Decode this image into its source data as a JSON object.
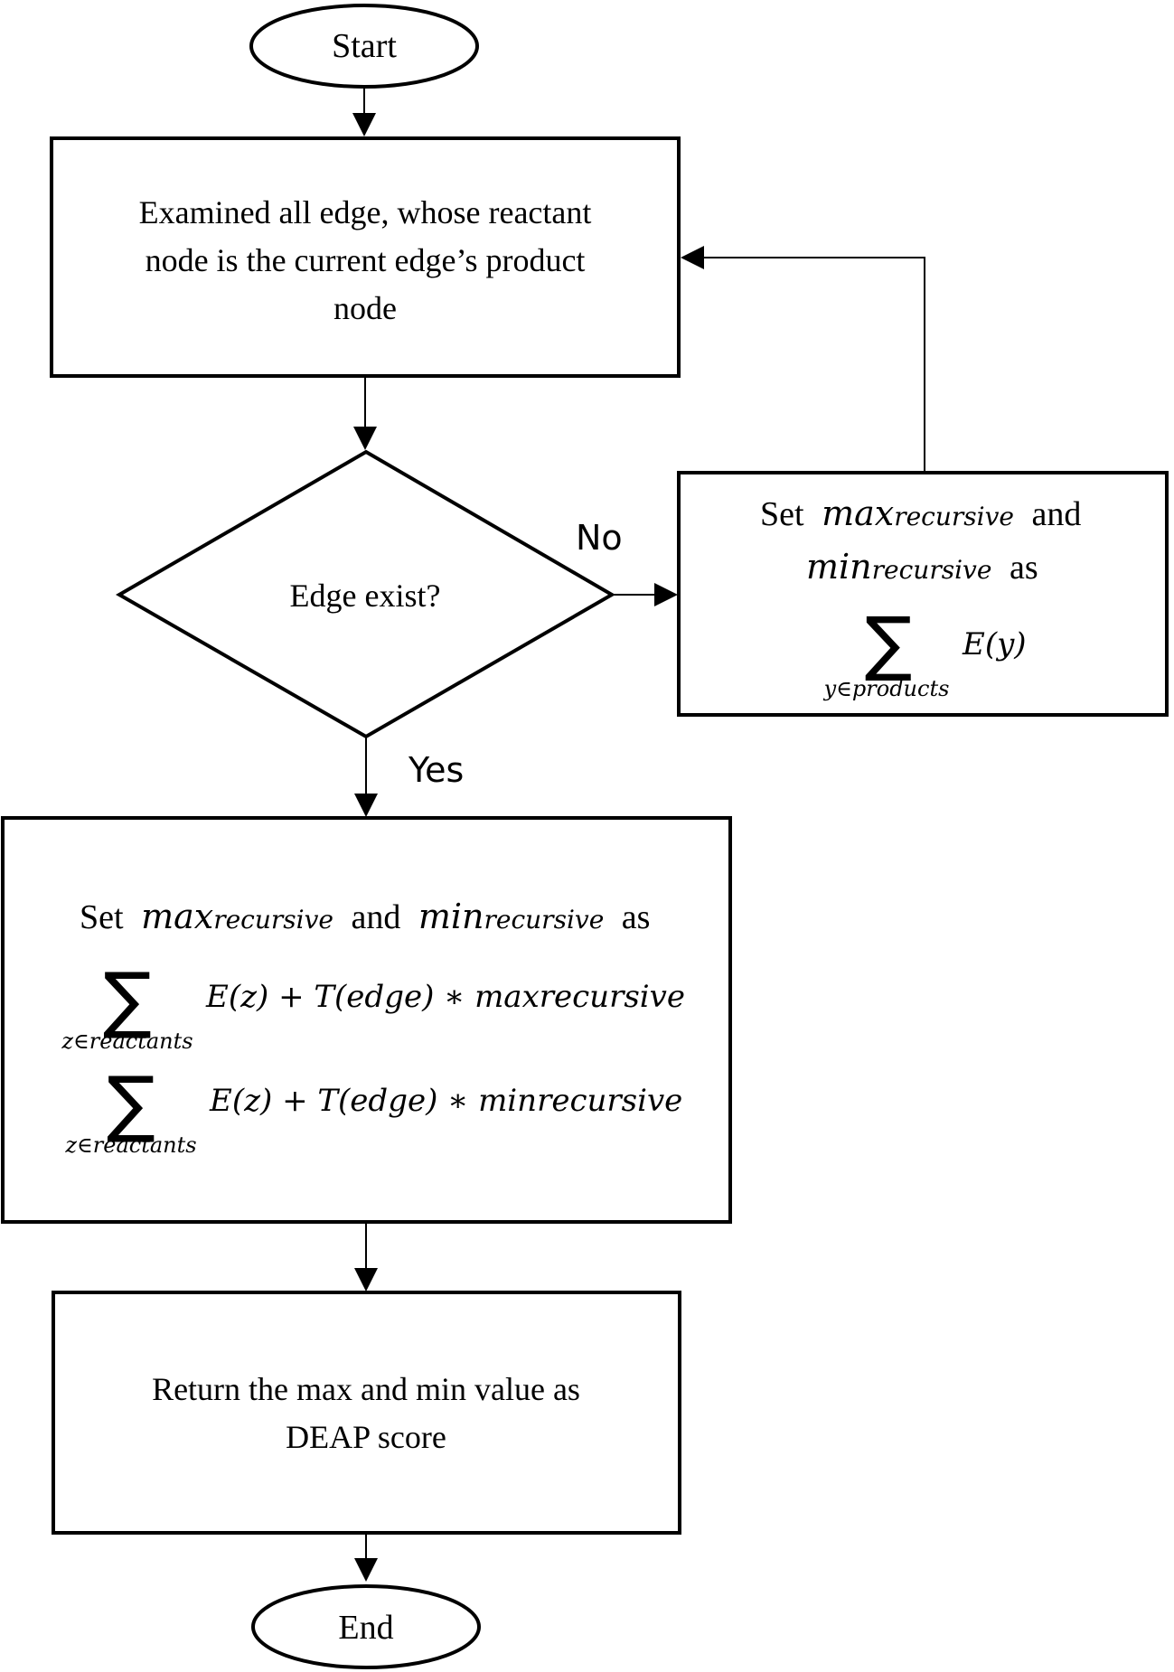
{
  "nodes": {
    "start": {
      "label": "Start"
    },
    "examine": {
      "line1": "Examined all edge, whose reactant",
      "line2": "node is the current edge’s product",
      "line3": "node"
    },
    "decision": {
      "label": "Edge exist?"
    },
    "no_branch": {
      "set": "Set",
      "max_main": "max",
      "max_sub": "recursive",
      "and": "and",
      "min_main": "min",
      "min_sub": "recursive",
      "as": "as",
      "sigma": "∑",
      "sum_index": "y∈products",
      "sum_term": "E(y)"
    },
    "yes_branch": {
      "set": "Set",
      "max_main": "max",
      "max_sub": "recursive",
      "and": "and",
      "min_main": "min",
      "min_sub": "recursive",
      "as": "as",
      "sigma1": "∑",
      "index1": "z∈reactants",
      "expr1": "E(z) + T(edge) ∗ maxrecursive",
      "sigma2": "∑",
      "index2": "z∈reactants",
      "expr2": "E(z) + T(edge) ∗ minrecursive"
    },
    "return": {
      "line1": "Return the max and min value as",
      "line2": "DEAP score"
    },
    "end": {
      "label": "End"
    }
  },
  "edges": {
    "no_label": "No",
    "yes_label": "Yes"
  }
}
